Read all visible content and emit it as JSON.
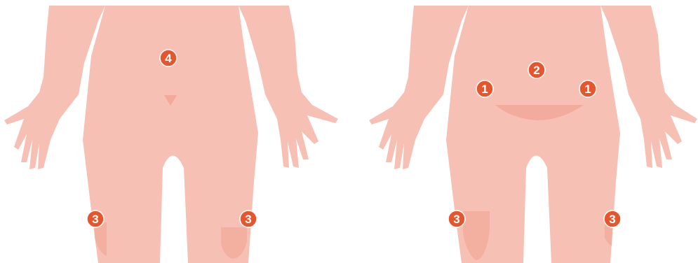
{
  "colors": {
    "skin": "#f7c0b4",
    "marker": "#e4572e",
    "marker_text": "#ffffff",
    "zone_shade": "#f0a292",
    "background": "#ffffff"
  },
  "figures": [
    {
      "view": "back",
      "markers": [
        {
          "label": "4"
        },
        {
          "label": "3"
        },
        {
          "label": "3"
        }
      ]
    },
    {
      "view": "front",
      "markers": [
        {
          "label": "2"
        },
        {
          "label": "1"
        },
        {
          "label": "1"
        },
        {
          "label": "3"
        },
        {
          "label": "3"
        }
      ]
    }
  ]
}
